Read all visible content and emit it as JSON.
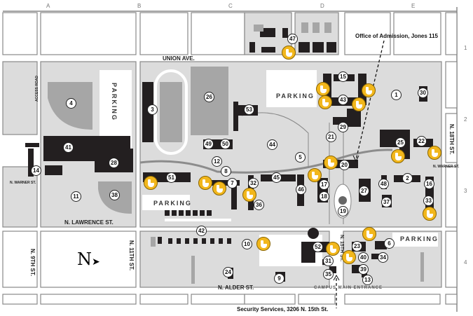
{
  "grid": {
    "columns": [
      "A",
      "B",
      "C",
      "D",
      "E"
    ],
    "rows": [
      "1",
      "2",
      "3",
      "4"
    ]
  },
  "streets": {
    "union": "UNION AVE.",
    "access": "ACCESS ROAD",
    "warner_w": "N. WARNER ST.",
    "warner_e": "N. WARNER ST.",
    "lawrence": "N. LAWRENCE ST.",
    "ninth": "N. 9TH ST.",
    "eleventh": "N. 11TH ST.",
    "alder": "N. ALDER ST.",
    "eighteenth": "N. 18TH ST.",
    "fifteenth": "N. 15TH ST.",
    "entrance": "CAMPUS MAIN ENTRANCE"
  },
  "parking_label": "PARKING",
  "compass": "N",
  "callouts": {
    "admission": "Office of Admission, Jones 115",
    "security": "Security Services, 3206 N. 15th St."
  },
  "buildings": [
    "47",
    "15",
    "43",
    "29",
    "1",
    "30",
    "53",
    "26",
    "3",
    "4",
    "41",
    "28",
    "14",
    "49",
    "50",
    "44",
    "21",
    "5",
    "12",
    "8",
    "7",
    "51",
    "11",
    "38",
    "45",
    "32",
    "36",
    "46",
    "17",
    "18",
    "20",
    "19",
    "27",
    "48",
    "37",
    "2",
    "16",
    "33",
    "25",
    "22",
    "42",
    "10",
    "52",
    "23",
    "6",
    "34",
    "40",
    "39",
    "13",
    "31",
    "35",
    "9",
    "24"
  ],
  "colors": {
    "building": "#231f20",
    "campus": "#dcdcdc",
    "field": "#a6a6a6",
    "restroom": "#f2b71c"
  }
}
